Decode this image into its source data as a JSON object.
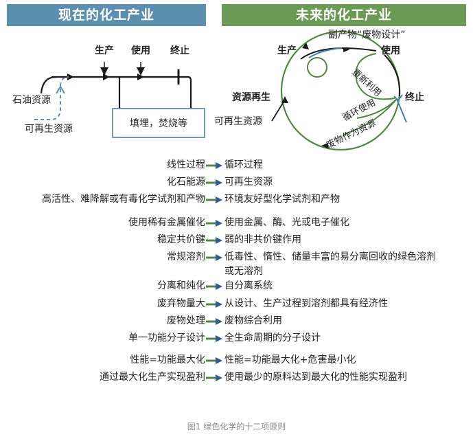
{
  "left_panel": {
    "title": "现在的化工产业",
    "stage_production": "生产",
    "stage_use": "使用",
    "stage_end": "终止",
    "input_oil": "石油资源",
    "input_renewable": "可再生资源",
    "disposal_box": "填埋，焚烧等"
  },
  "right_panel": {
    "title": "未来的化工产业",
    "byproduct": "副产物“废物设计”",
    "stage_production": "生产",
    "stage_use": "使用",
    "stage_end": "终止",
    "resource_regen": "资源再生",
    "input_renewable": "可再生资源",
    "reuse": "重新利用",
    "recycle": "循环使用",
    "waste_as_resource": "废物作为资源"
  },
  "principles": [
    {
      "from": "线性过程",
      "to": "循环过程"
    },
    {
      "from": "化石能源",
      "to": "可再生资源"
    },
    {
      "from": "高活性、难降解或有毒化学试剂和产物",
      "to": "环境友好型化学试剂和产物"
    },
    {
      "from": "使用稀有金属催化",
      "to": "使用金属、酶、光或电子催化"
    },
    {
      "from": "稳定共价键",
      "to": "弱的非共价键作用"
    },
    {
      "from": "常规溶剂",
      "to": "低毒性、惰性、储量丰富的易分离回收的绿色溶剂或无溶剂"
    },
    {
      "from": "分离和纯化",
      "to": "自分离系统"
    },
    {
      "from": "废弃物量大",
      "to": "从设计、生产过程到溶剂都具有经济性"
    },
    {
      "from": "废物处理",
      "to": "废物综合利用"
    },
    {
      "from": "单一功能分子设计",
      "to": "全生命周期的分子设计"
    },
    {
      "from": "性能=功能最大化",
      "to": "性能=功能最大化+危害最小化"
    },
    {
      "from": "通过最大化生产实现盈利",
      "to": "使用最少的原料达到最大化的性能实现盈利"
    }
  ],
  "caption": "图1 绿色化学的十二项原则",
  "colors": {
    "left_banner": "#5b8fae",
    "right_banner": "#6b9a55",
    "line_dark": "#1a1a1a",
    "dashed_blue": "#5b8fae",
    "green_loop": "#4e8a3e",
    "arrow_blue": "#3e7fb1"
  }
}
